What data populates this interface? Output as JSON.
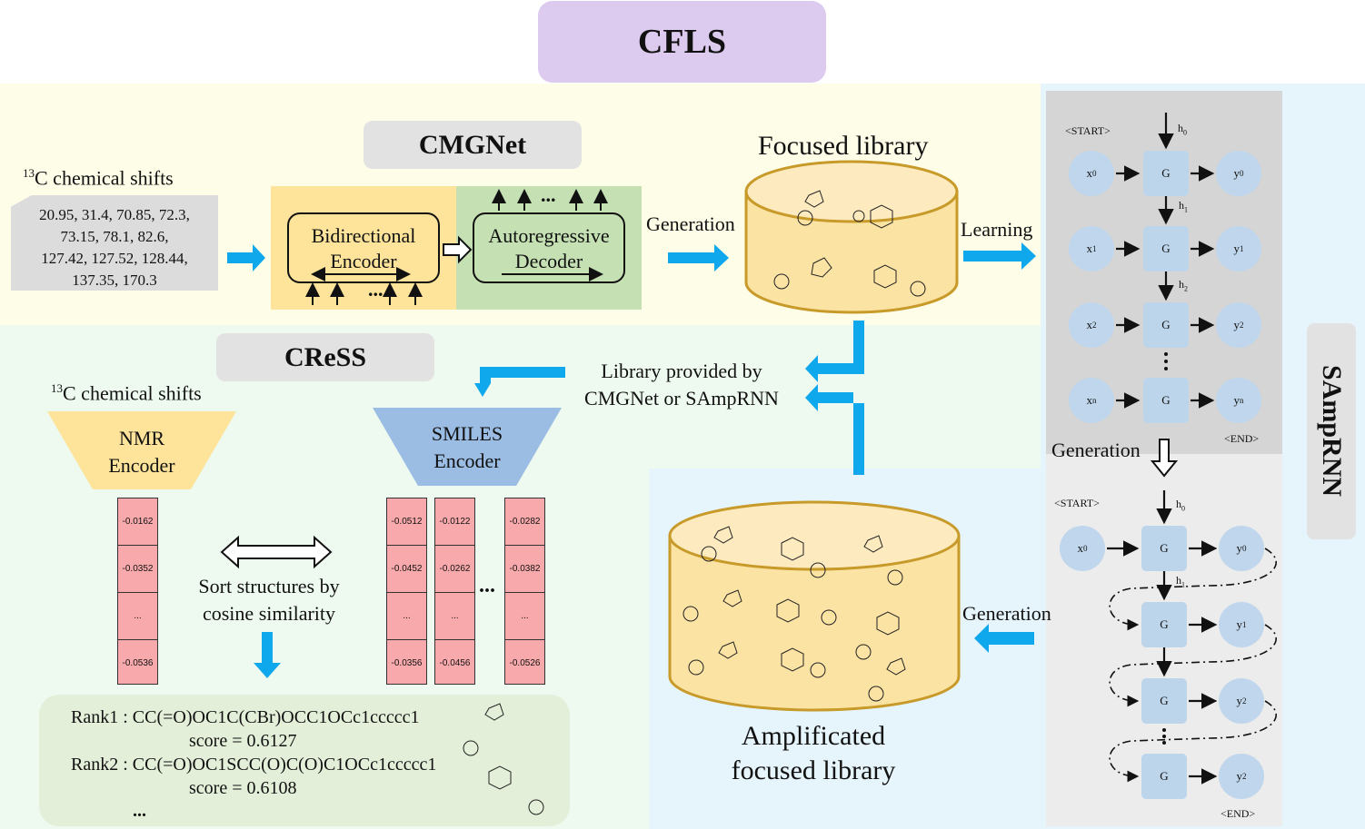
{
  "title": "CFLS",
  "cmgnet": {
    "title": "CMGNet",
    "shifts_label_sup": "13",
    "shifts_label": "C chemical shifts",
    "shifts_values": [
      "20.95, 31.4, 70.85, 72.3,",
      "73.15, 78.1, 82.6,",
      "127.42, 127.52, 128.44,",
      "137.35, 170.3"
    ],
    "encoder_line1": "Bidirectional",
    "encoder_line2": "Encoder",
    "decoder_line1": "Autoregressive",
    "decoder_line2": "Decoder",
    "generation": "Generation",
    "dots": "..."
  },
  "focused_library": {
    "title": "Focused library",
    "dots": "...",
    "learning": "Learning"
  },
  "cress": {
    "title": "CReSS",
    "shifts_label_sup": "13",
    "shifts_label": "C chemical shifts",
    "nmr_encoder_line1": "NMR",
    "nmr_encoder_line2": "Encoder",
    "smiles_encoder_line1": "SMILES",
    "smiles_encoder_line2": "Encoder",
    "library_line1": "Library  provided by",
    "library_line2": "CMGNet or SAmpRNN",
    "sort_line1": "Sort structures  by",
    "sort_line2": "cosine similarity",
    "nmr_vector": [
      "-0.0162",
      "-0.0352",
      "...",
      "-0.0536"
    ],
    "smiles_vectors": [
      [
        "-0.0512",
        "-0.0452",
        "...",
        "-0.0356"
      ],
      [
        "-0.0122",
        "-0.0262",
        "...",
        "-0.0456"
      ],
      [
        "-0.0282",
        "-0.0382",
        "...",
        "-0.0526"
      ]
    ],
    "vector_gap_dots": "...",
    "ranks": [
      {
        "label": "Rank1 : CC(=O)OC1C(CBr)OCC1OCc1ccccc1",
        "score": "score = 0.6127"
      },
      {
        "label": "Rank2 : CC(=O)OC1SCC(O)C(O)C1OCc1ccccc1",
        "score": "score = 0.6108"
      }
    ],
    "rank_dots": "..."
  },
  "amplified": {
    "title_line1": "Amplificated",
    "title_line2": "focused library",
    "generation": "Generation",
    "dots": "..."
  },
  "samprnn": {
    "title": "SAmpRNN",
    "generation": "Generation",
    "train": {
      "start": "<START>",
      "end": "<END>",
      "g": "G",
      "rows": [
        {
          "x": "x",
          "xs": "0",
          "y": "y",
          "ys": "0",
          "h": "h",
          "hs": "0"
        },
        {
          "x": "x",
          "xs": "1",
          "y": "y",
          "ys": "1",
          "h": "h",
          "hs": "1"
        },
        {
          "x": "x",
          "xs": "2",
          "y": "y",
          "ys": "2",
          "h": "h",
          "hs": "2"
        },
        {
          "x": "x",
          "xs": "n",
          "y": "y",
          "ys": "n"
        }
      ]
    },
    "sample": {
      "start": "<START>",
      "end": "<END>",
      "g": "G",
      "x": "x",
      "xs": "0",
      "h0": "h",
      "h0s": "0",
      "h1": "h",
      "h1s": "1",
      "ys": [
        {
          "y": "y",
          "s": "0"
        },
        {
          "y": "y",
          "s": "1"
        },
        {
          "y": "y",
          "s": "2"
        },
        {
          "y": "y",
          "s": "2"
        }
      ]
    }
  },
  "colors": {
    "title_bg": "#dccaef",
    "top_band": "#fefde8",
    "cress_band": "#eefaf0",
    "amp_band": "#e6f4fc",
    "sample_band": "#ececec",
    "train_band": "#d5d5d5",
    "arrow": "#10a8ec",
    "library_fill": "#fbe3a4",
    "library_stroke": "#c89a2a",
    "encoder_bg": "#fde49a",
    "decoder_bg": "#c5e0b3",
    "smiles_bg": "#9bbde3",
    "nmr_bg": "#fde49a",
    "rank_bg": "#e3efd9"
  }
}
